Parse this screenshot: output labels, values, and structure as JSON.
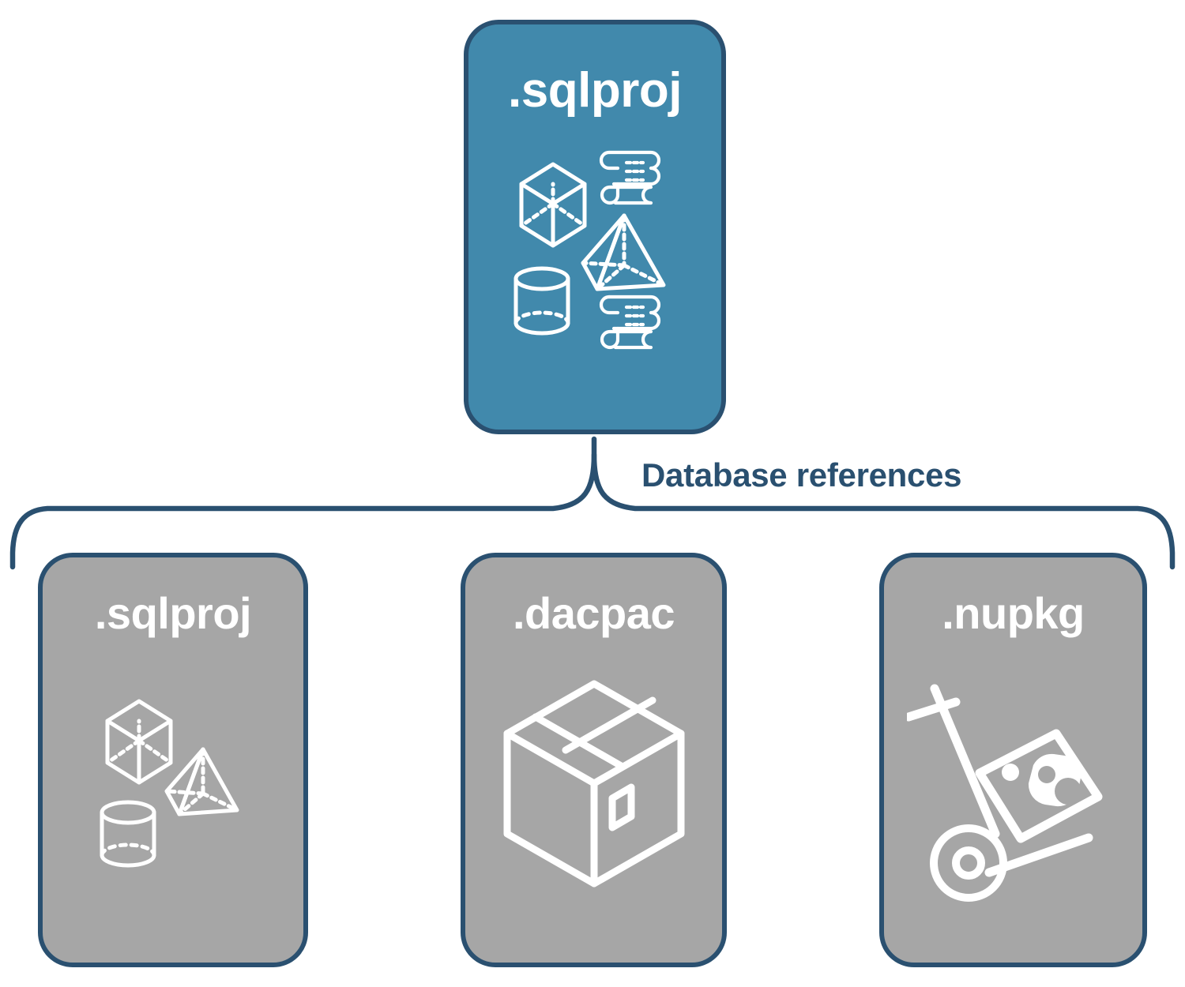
{
  "diagram": {
    "title": "Database references diagram",
    "colors": {
      "primary_fill": "#4189ac",
      "secondary_fill": "#a6a6a6",
      "border": "#2a5070",
      "label_text": "#2a5070",
      "card_text": "#ffffff",
      "background": "#ffffff"
    },
    "connector": {
      "label": "Database references",
      "type": "curly-brace",
      "direction": "one-to-many"
    },
    "root": {
      "label": ".sqlproj",
      "fill": "primary",
      "icons": [
        "cube-icon",
        "pyramid-icon",
        "cylinder-icon",
        "scroll-icon",
        "scroll-icon"
      ]
    },
    "references": [
      {
        "label": ".sqlproj",
        "fill": "secondary",
        "icons": [
          "cube-icon",
          "pyramid-icon",
          "cylinder-icon"
        ]
      },
      {
        "label": ".dacpac",
        "fill": "secondary",
        "icons": [
          "package-box-icon"
        ]
      },
      {
        "label": ".nupkg",
        "fill": "secondary",
        "icons": [
          "hand-truck-icon"
        ]
      }
    ]
  }
}
